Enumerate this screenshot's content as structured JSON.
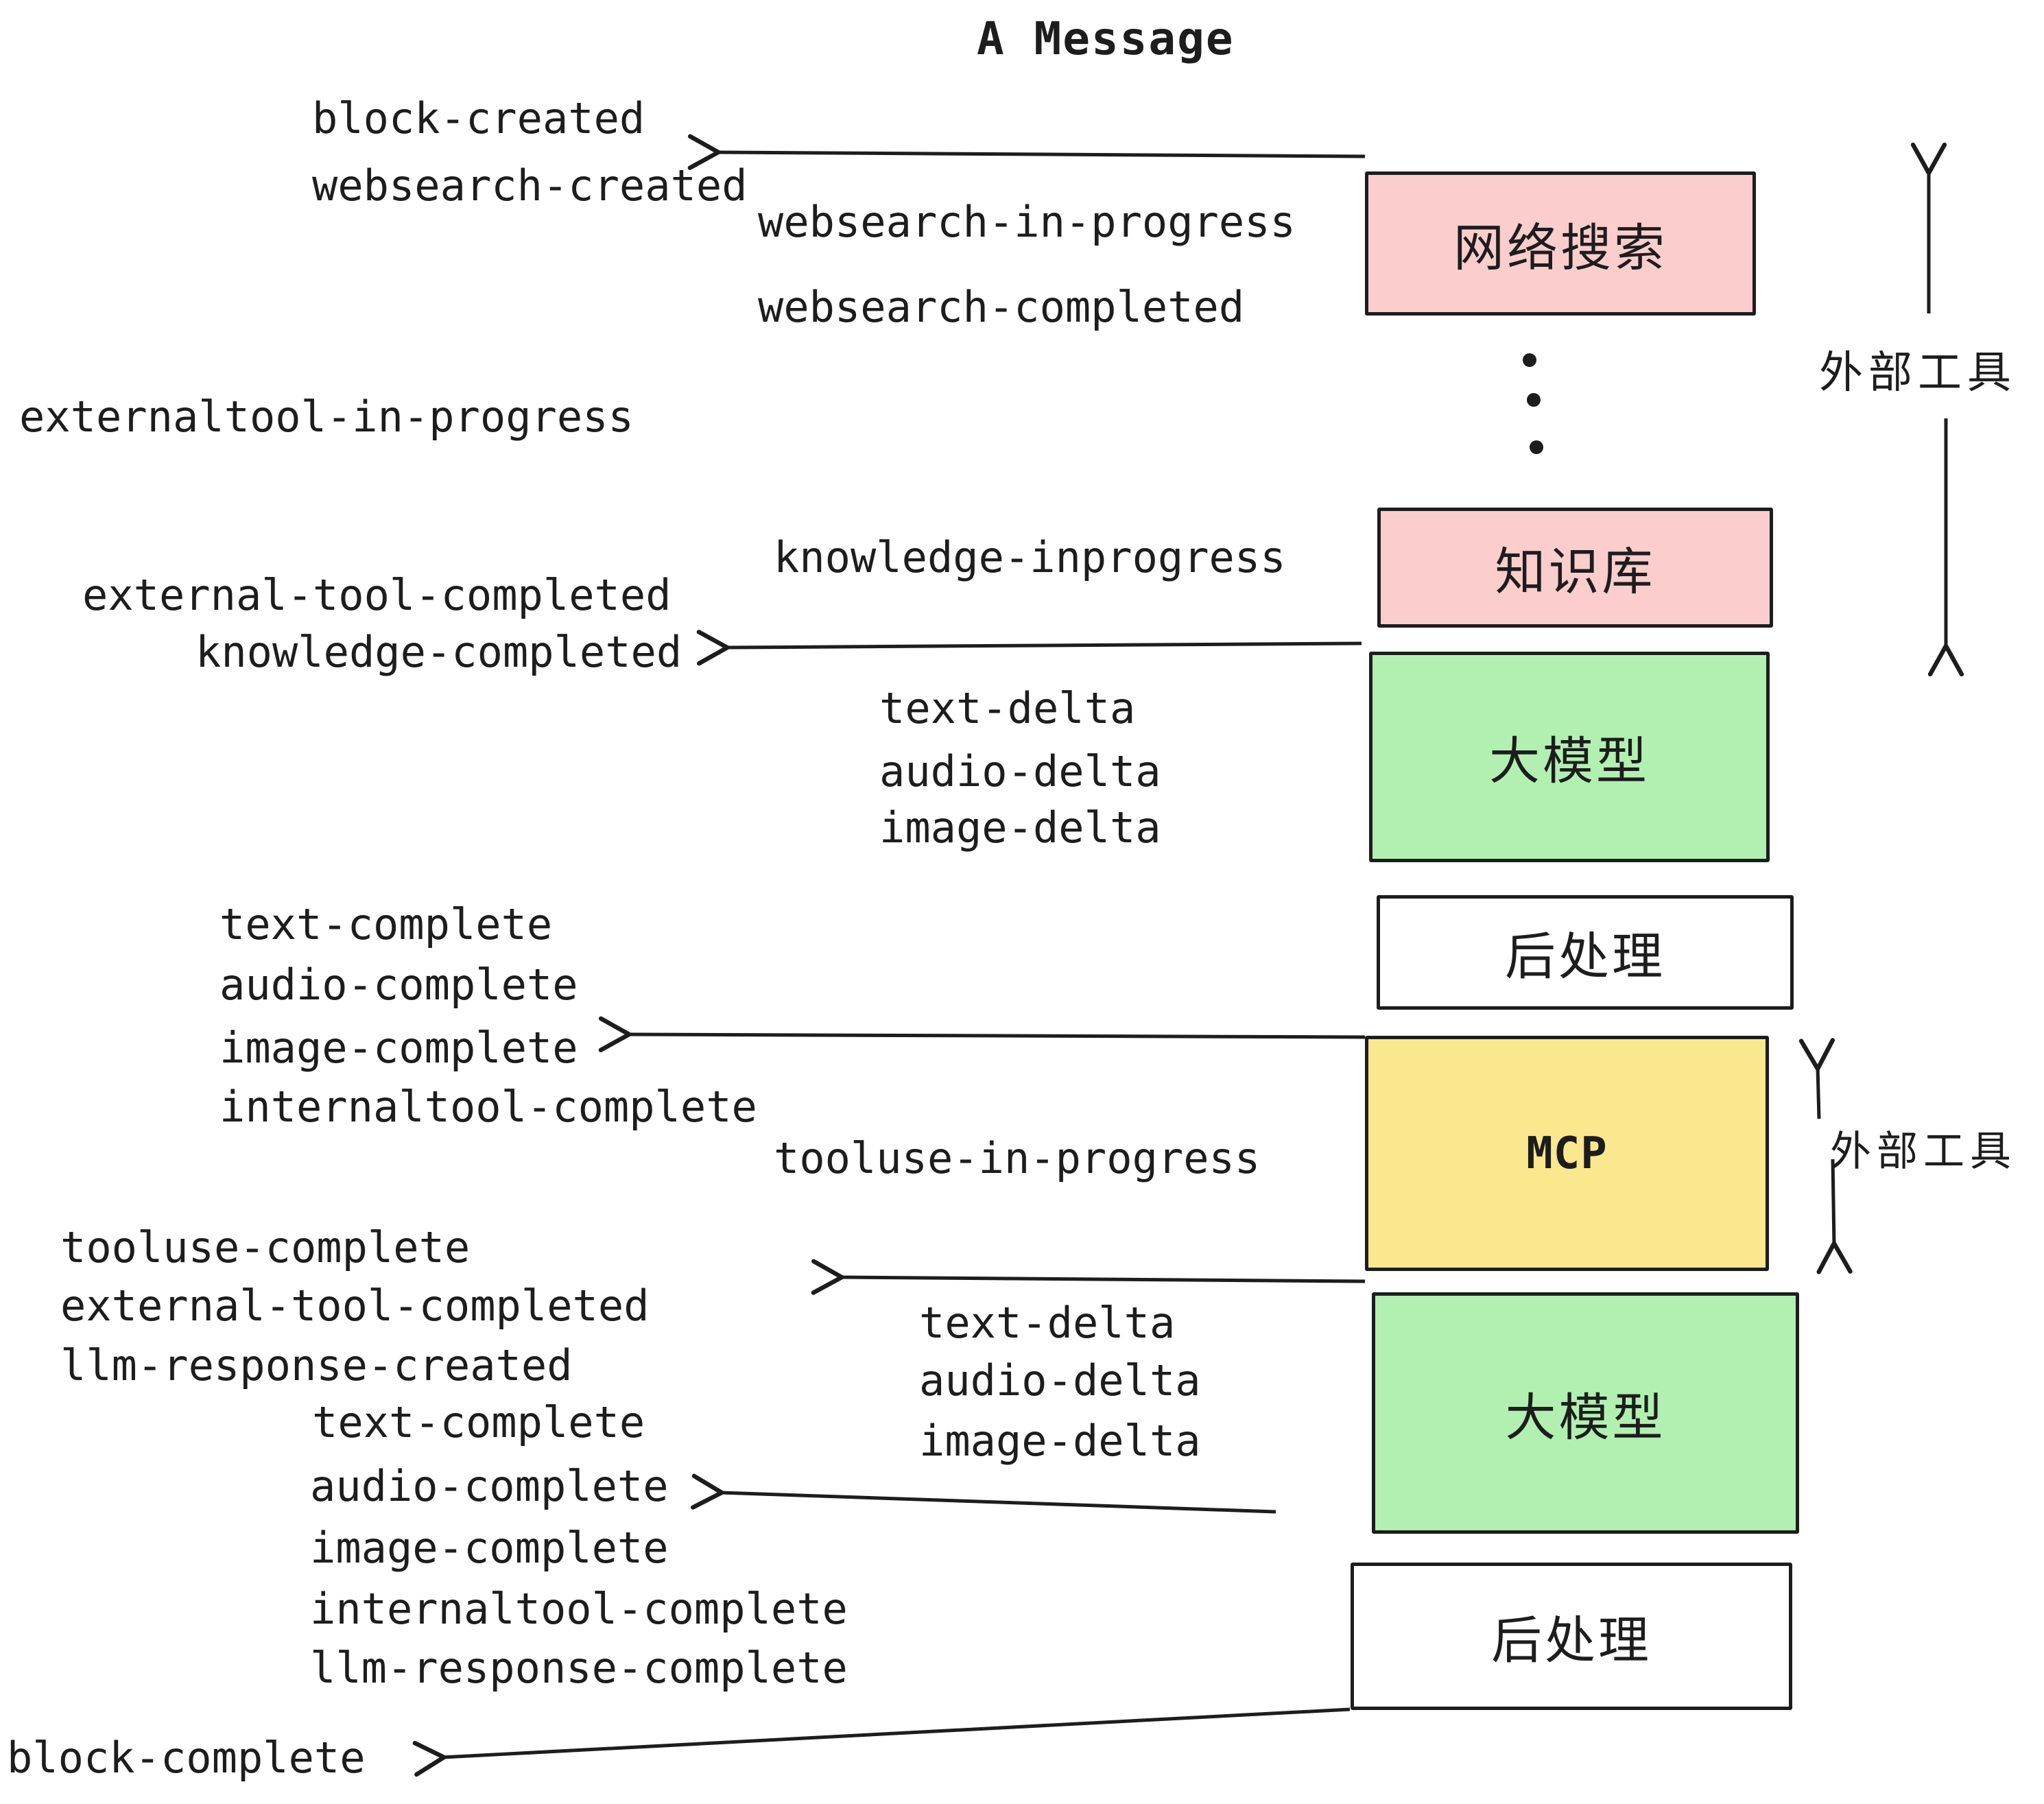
{
  "title": "A Message",
  "colors": {
    "pink": "#fbcdcd",
    "green": "#b1f0b1",
    "yellow": "#fae88e",
    "white": "#ffffff",
    "ink": "#1d1d1d"
  },
  "boxes": [
    {
      "id": "websearch",
      "label": "网络搜索",
      "color": "#fbcdcd"
    },
    {
      "id": "knowledge",
      "label": "知识库",
      "color": "#fbcdcd"
    },
    {
      "id": "llm-1",
      "label": "大模型",
      "color": "#b1f0b1"
    },
    {
      "id": "post-1",
      "label": "后处理",
      "color": "#ffffff"
    },
    {
      "id": "mcp",
      "label": "MCP",
      "color": "#fae88e"
    },
    {
      "id": "llm-2",
      "label": "大模型",
      "color": "#b1f0b1"
    },
    {
      "id": "post-2",
      "label": "后处理",
      "color": "#ffffff"
    }
  ],
  "side_labels": [
    {
      "label": "外部工具"
    },
    {
      "label": "外部工具"
    }
  ],
  "events": [
    {
      "text": "block-created"
    },
    {
      "text": "websearch-created"
    },
    {
      "text": "websearch-in-progress"
    },
    {
      "text": "websearch-completed"
    },
    {
      "text": "externaltool-in-progress"
    },
    {
      "text": "knowledge-inprogress"
    },
    {
      "text": "external-tool-completed"
    },
    {
      "text": "knowledge-completed"
    },
    {
      "text": "text-delta"
    },
    {
      "text": "audio-delta"
    },
    {
      "text": "image-delta"
    },
    {
      "text": "text-complete"
    },
    {
      "text": "audio-complete"
    },
    {
      "text": "image-complete"
    },
    {
      "text": "internaltool-complete"
    },
    {
      "text": "tooluse-in-progress"
    },
    {
      "text": "tooluse-complete"
    },
    {
      "text": "external-tool-completed"
    },
    {
      "text": "llm-response-created"
    },
    {
      "text": "text-complete"
    },
    {
      "text": "audio-complete"
    },
    {
      "text": "image-complete"
    },
    {
      "text": "internaltool-complete"
    },
    {
      "text": "llm-response-complete"
    },
    {
      "text": "text-delta"
    },
    {
      "text": "audio-delta"
    },
    {
      "text": "image-delta"
    },
    {
      "text": "block-complete"
    }
  ]
}
